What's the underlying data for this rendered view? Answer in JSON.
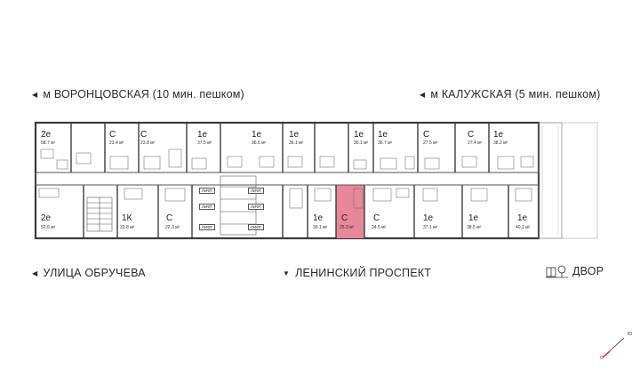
{
  "labels": {
    "top_left": "м ВОРОНЦОВСКАЯ  (10 мин. пешком)",
    "top_right": "м КАЛУЖСКАЯ (5 мин. пешком)",
    "bottom_left": "УЛИЦА ОБРУЧЕВА",
    "bottom_center": "ЛЕНИНСКИЙ ПРОСПЕКТ",
    "bottom_right": "ДВОР"
  },
  "compass": {
    "north": "Ю",
    "south": "С"
  },
  "lift_label": "ЛИФТ",
  "highlight_color": "#e8869a",
  "apartments_top": [
    {
      "type": "2е",
      "area": "58.7 м²"
    },
    {
      "type": "С",
      "area": "23.4 м²"
    },
    {
      "type": "С",
      "area": "23.8 м²"
    },
    {
      "type": "1е",
      "area": "37.5 м²"
    },
    {
      "type": "1е",
      "area": "36.6 м²"
    },
    {
      "type": "1е",
      "area": "36.1 м²"
    },
    {
      "type": "1е",
      "area": "35.1 м²"
    },
    {
      "type": "1е",
      "area": "36.7 м²"
    },
    {
      "type": "С",
      "area": "27.5 м²"
    },
    {
      "type": "С",
      "area": "27.4 м²"
    },
    {
      "type": "1е",
      "area": "38.2 м²"
    }
  ],
  "apartments_bottom": [
    {
      "type": "2е",
      "area": "52.6 м²"
    },
    {
      "type": "1К",
      "area": "33.8 м²"
    },
    {
      "type": "С",
      "area": "22.3 м²"
    },
    {
      "type": "1е",
      "area": "39.1 м²"
    },
    {
      "type": "С",
      "area": "25.3 м²",
      "selected": true
    },
    {
      "type": "С",
      "area": "24.5 м²"
    },
    {
      "type": "1е",
      "area": "37.1 м²"
    },
    {
      "type": "1е",
      "area": "38.5 м²"
    },
    {
      "type": "1е",
      "area": "40.2 м²"
    }
  ]
}
